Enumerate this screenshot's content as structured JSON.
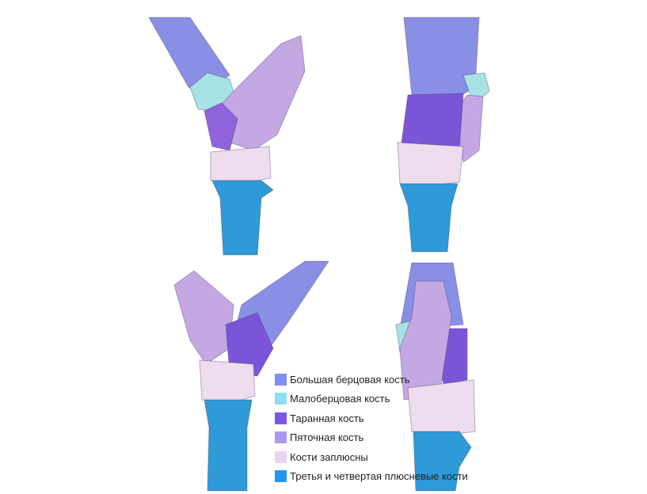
{
  "colors": {
    "tibia": "#8790e8",
    "fibula": "#9fe3ea",
    "talus": "#7d5ee6",
    "calcaneus": "#b79de6",
    "tarsals": "#eedaf0",
    "metatarsals": "#2f9be0"
  },
  "legend": [
    {
      "label": "Большая берцовая кость",
      "color": "#7f8ff0"
    },
    {
      "label": "Малоберцовая кость",
      "color": "#8ddfef"
    },
    {
      "label": "Таранная кость",
      "color": "#7b55e8"
    },
    {
      "label": "Пяточная кость",
      "color": "#ad96ee"
    },
    {
      "label": "Кости заплюсны",
      "color": "#ead3f2"
    },
    {
      "label": "Третья и четвертая плюсневые кости",
      "color": "#2196f0"
    }
  ]
}
